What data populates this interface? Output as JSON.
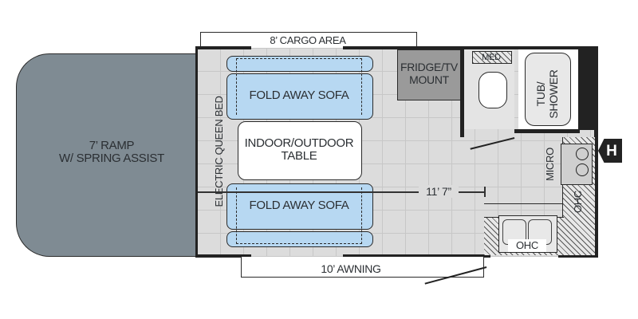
{
  "floorplan": {
    "ramp": {
      "line1": "7’ RAMP",
      "line2": "W/ SPRING ASSIST",
      "color": "#7f8b93"
    },
    "cargo_area": "8’ CARGO AREA",
    "bed": "ELECTRIC QUEEN BED",
    "sofa_top": "FOLD AWAY SOFA",
    "sofa_bottom": "FOLD AWAY SOFA",
    "table": {
      "line1": "INDOOR/OUTDOOR",
      "line2": "TABLE"
    },
    "fridge": {
      "line1": "FRIDGE/TV",
      "line2": "MOUNT"
    },
    "med": "MED",
    "tub": {
      "line1": "TUB/",
      "line2": "SHOWER"
    },
    "micro": "MICRO",
    "ohc_side": "OHC",
    "ohc_sink": "OHC",
    "dimension": "11’ 7”",
    "awning": "10’ AWNING",
    "heater_badge": "H",
    "sofa_color": "#b7d8f2",
    "floor_color": "#dcdcdc"
  }
}
